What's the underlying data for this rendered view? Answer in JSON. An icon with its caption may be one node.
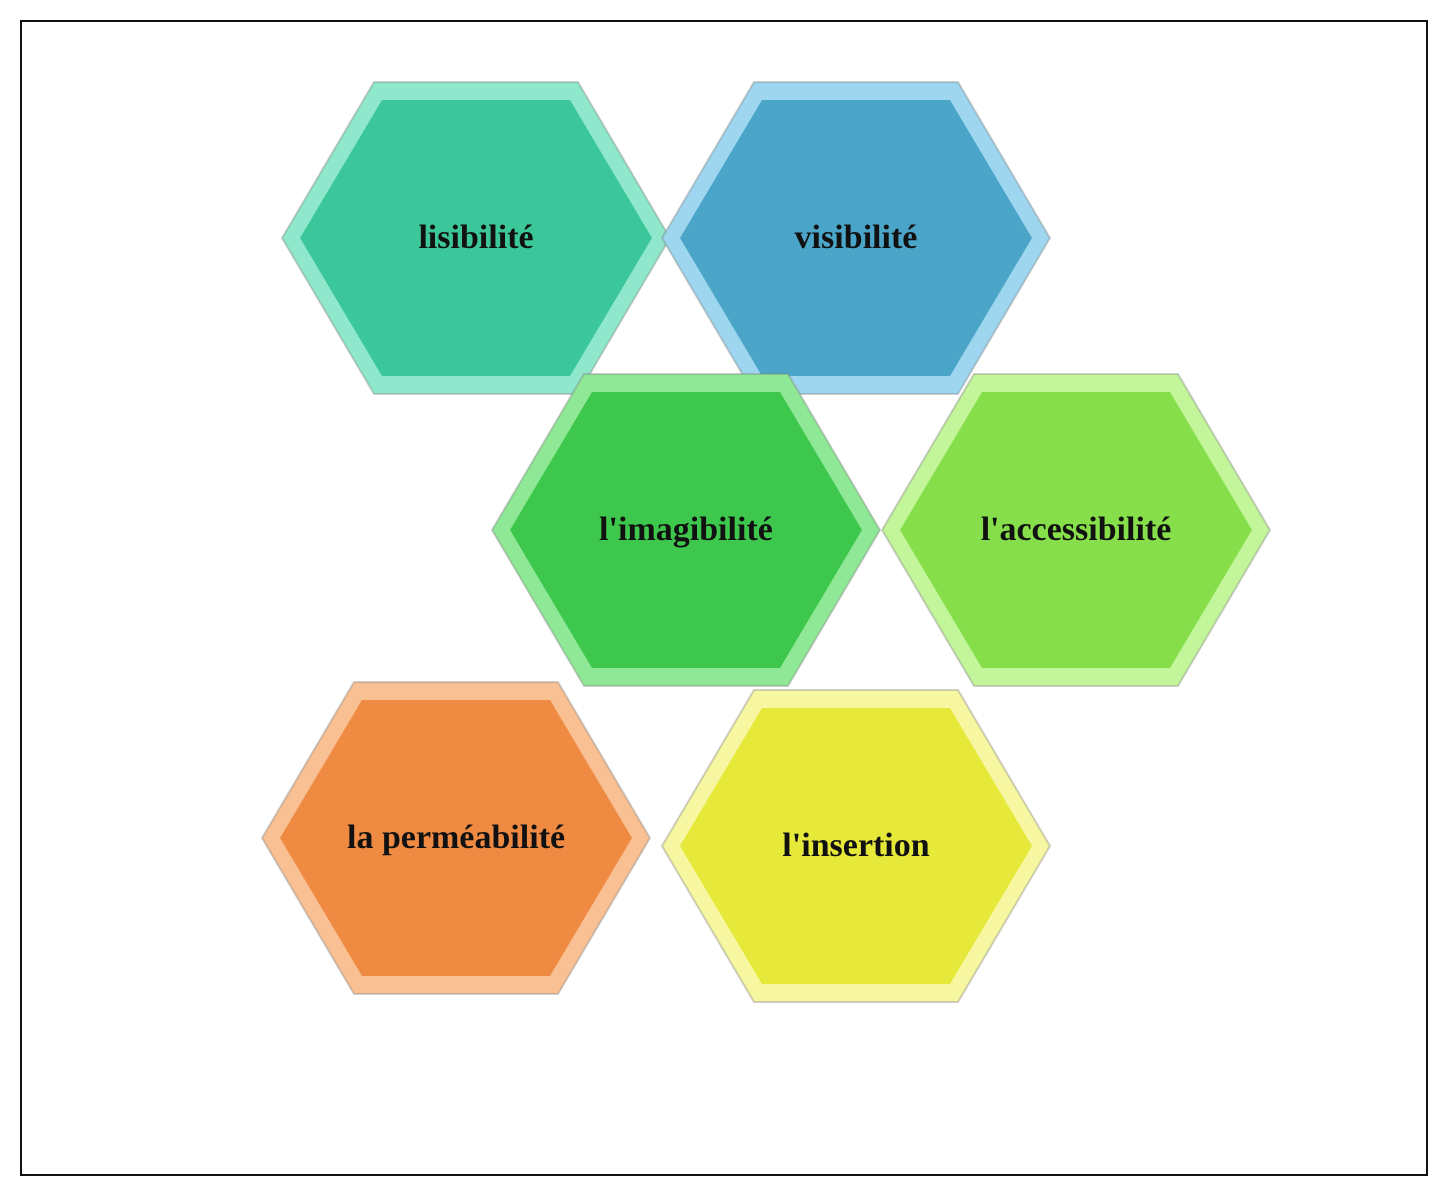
{
  "diagram": {
    "nodes": [
      {
        "text": [
          "lisibilité"
        ]
      },
      {
        "text": [
          "visibilité"
        ]
      },
      {
        "text": [
          "l'imagibilité"
        ]
      },
      {
        "text": [
          "l'accessibilité"
        ]
      },
      {
        "text": [
          "la perméabilité"
        ]
      },
      {
        "text": [
          "l'insertion"
        ]
      }
    ]
  }
}
